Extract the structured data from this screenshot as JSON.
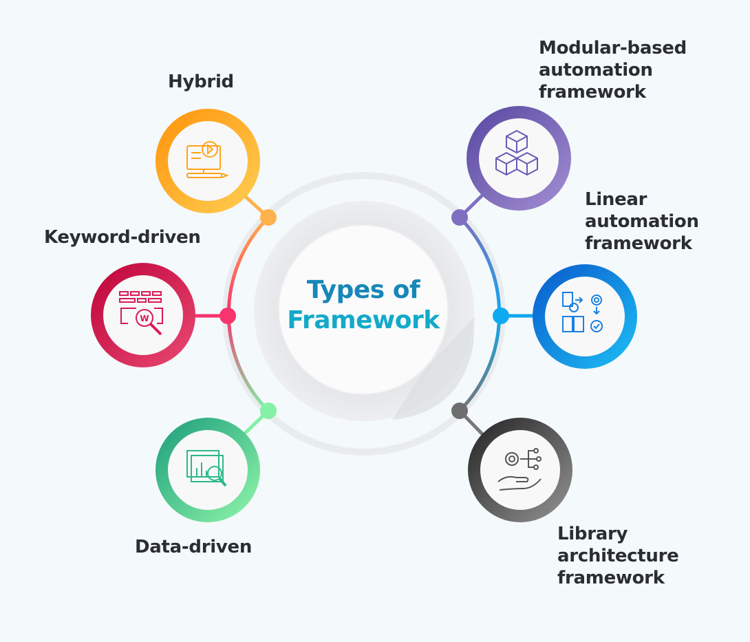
{
  "title": {
    "line1": "Types of",
    "line2": "Framework"
  },
  "nodes": [
    {
      "label": "Hybrid",
      "icon": "video-lesson-icon",
      "color_start": "#ff9a0e",
      "color_end": "#ffcb52"
    },
    {
      "label": "Keyword-driven",
      "icon": "keyword-search-icon",
      "color_start": "#c4063f",
      "color_end": "#e8456f"
    },
    {
      "label": "Data-driven",
      "icon": "data-analysis-icon",
      "color_start": "#1fa37c",
      "color_end": "#8df6a8"
    },
    {
      "label": "Modular-based automation framework",
      "lines": [
        "Modular-based",
        "automation",
        "framework"
      ],
      "icon": "cubes-icon",
      "color_start": "#5a4aa3",
      "color_end": "#a08bd0"
    },
    {
      "label": "Linear automation framework",
      "lines": [
        "Linear",
        "automation",
        "framework"
      ],
      "icon": "linear-process-icon",
      "color_start": "#0a63d1",
      "color_end": "#1ab9f2"
    },
    {
      "label": "Library architecture framework",
      "lines": [
        "Library",
        "architecture",
        "framework"
      ],
      "icon": "gear-hand-icon",
      "color_start": "#2c2c2c",
      "color_end": "#8a8a8a"
    }
  ]
}
